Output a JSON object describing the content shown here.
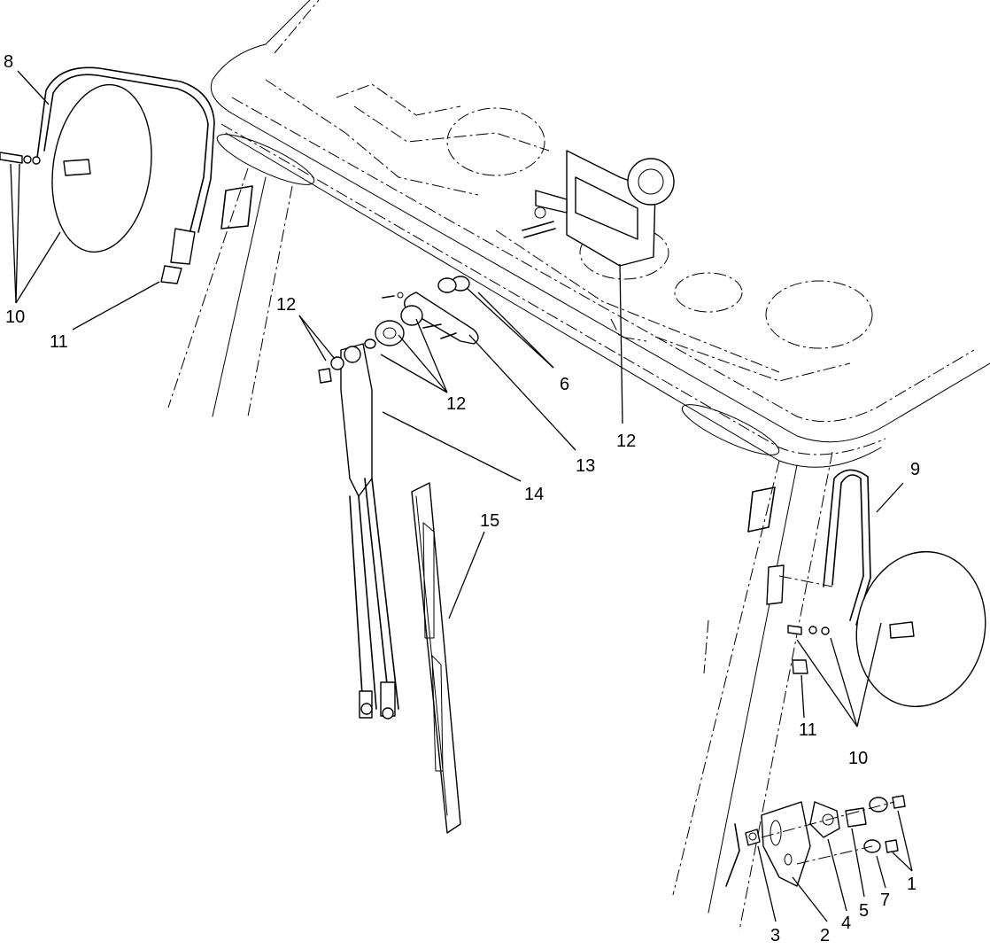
{
  "callouts": {
    "c1": "1",
    "c2": "2",
    "c3": "3",
    "c4": "4",
    "c5": "5",
    "c6": "6",
    "c7": "7",
    "c8": "8",
    "c9": "9",
    "c10_left": "10",
    "c10_right": "10",
    "c11_left": "11",
    "c11_right": "11",
    "c12_top": "12",
    "c12_mid": "12",
    "c12_right": "12",
    "c13": "13",
    "c14": "14",
    "c15": "15"
  }
}
